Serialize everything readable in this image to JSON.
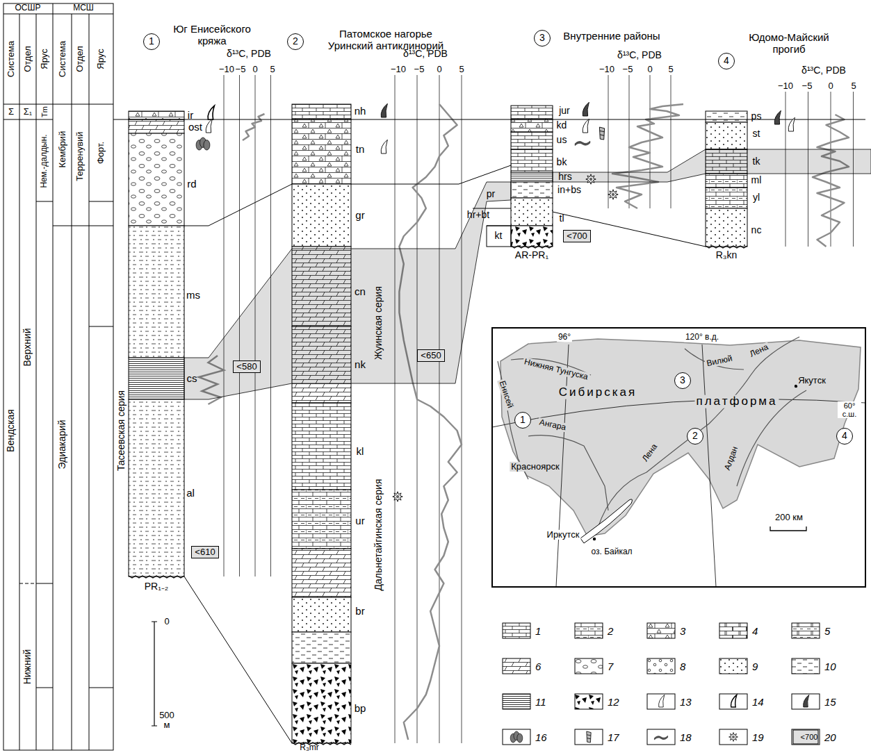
{
  "diagram": {
    "nodes": [
      {
        "text": [
          "1"
        ]
      },
      {
        "text": [
          "2"
        ]
      },
      {
        "text": [
          "3"
        ]
      },
      {
        "text": [
          "4"
        ]
      },
      {
        "text": [
          "<610"
        ]
      },
      {
        "text": [
          "<580"
        ]
      },
      {
        "text": [
          "<650"
        ]
      },
      {
        "text": [
          "<700"
        ]
      },
      {
        "text": [
          "1"
        ]
      },
      {
        "text": [
          "2"
        ]
      },
      {
        "text": [
          "3"
        ]
      },
      {
        "text": [
          "4"
        ]
      }
    ],
    "labels": [
      "ОСШР",
      "МСШ",
      "Система",
      "Отдел",
      "Ярус",
      "Система",
      "Отдел",
      "Ярус",
      "Σ",
      "Σ₁",
      "Tm",
      "Кембрий",
      "Терренувий",
      "Форт.",
      "Нем.-далдын.",
      "Вендская",
      "Верхний",
      "Эдиакарий",
      "Нижний",
      "Юг Енисейского кряжа",
      "δ¹³C, PDB",
      "−10",
      "−5",
      "0",
      "5",
      "ir",
      "ost",
      "rd",
      "ms",
      "cs",
      "al",
      "PR₁₋₂",
      "Тасеевская серия",
      "0",
      "500 м",
      "Патомское нагорье Уринский антиклинорий",
      "δ¹³C, PDB",
      "−10",
      "−5",
      "0",
      "5",
      "nh",
      "tn",
      "gr",
      "cn",
      "nk",
      "kl",
      "ur",
      "br",
      "bp",
      "R₃mr",
      "Жуинская серия",
      "Дальнетайгинская серия",
      "Внутренние районы",
      "δ¹³C, PDB",
      "−10",
      "−5",
      "0",
      "5",
      "jur",
      "kd",
      "us",
      "bk",
      "hrs",
      "in+bs",
      "tl",
      "pr",
      "hr+bt",
      "kt",
      "AR-PR₁",
      "Юдомо-Майский прогиб",
      "δ¹³C, PDB",
      "−10",
      "−5",
      "0",
      "5",
      "ps",
      "st",
      "tk",
      "ml",
      "yl",
      "nc",
      "R₃kn",
      "96°",
      "120° в.д.",
      "Нижняя Тунгуска",
      "Вилюй",
      "Лена",
      "Енисей",
      "Сибирская",
      "платформа",
      "Якутск",
      "60° с.ш.",
      "Ангара",
      "Лена",
      "Алдан",
      "Красноярск",
      "Иркутск",
      "оз. Байкал",
      "200 км",
      "<700"
    ],
    "legend": [
      {
        "text": "1"
      },
      {
        "text": "2"
      },
      {
        "text": "3"
      },
      {
        "text": "4"
      },
      {
        "text": "5"
      },
      {
        "text": "6"
      },
      {
        "text": "7"
      },
      {
        "text": "8"
      },
      {
        "text": "9"
      },
      {
        "text": "10"
      },
      {
        "text": "11"
      },
      {
        "text": "12"
      },
      {
        "text": "13"
      },
      {
        "text": "14"
      },
      {
        "text": "15"
      },
      {
        "text": "16"
      },
      {
        "text": "17"
      },
      {
        "text": "18"
      },
      {
        "text": "19"
      },
      {
        "text": "20"
      }
    ]
  }
}
